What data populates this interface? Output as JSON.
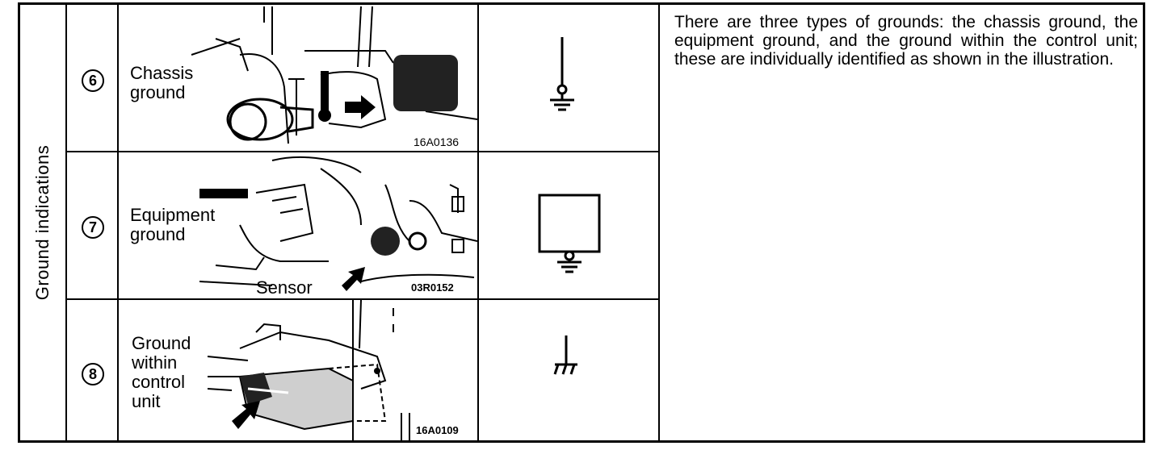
{
  "section_label": "Ground indications",
  "rows": [
    {
      "number": "6",
      "label_lines": [
        "Chassis",
        "ground"
      ],
      "figure_code": "16A0136",
      "symbol": "chassis-ground-symbol"
    },
    {
      "number": "7",
      "label_lines": [
        "Equipment",
        "ground"
      ],
      "callout": "Sensor",
      "figure_code": "03R0152",
      "symbol": "equipment-ground-symbol"
    },
    {
      "number": "8",
      "label_lines": [
        "Ground",
        "within",
        "control",
        "unit"
      ],
      "figure_code": "16A0109",
      "symbol": "control-unit-ground-symbol"
    }
  ],
  "description": "There are three types of grounds: the chassis ground, the equipment ground, and the ground within the control unit; these are individually identified as shown in the illustration."
}
